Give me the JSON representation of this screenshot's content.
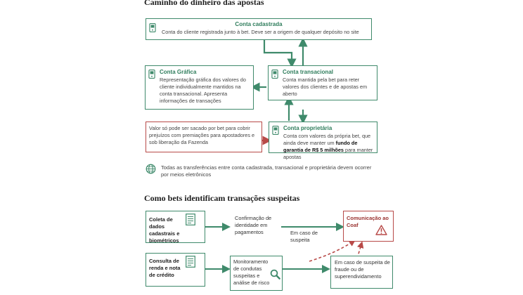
{
  "section1": {
    "title": "Caminho do dinheiro das apostas",
    "conta_cadastrada": {
      "title": "Conta cadastrada",
      "body": "Conta do cliente registrada junto à bet. Deve ser a origem de qualquer depósito no site"
    },
    "conta_grafica": {
      "title": "Conta Gráfica",
      "body": "Representação gráfica dos valores do cliente individualmente mantidos na conta transacional. Apresenta informações de transações"
    },
    "conta_transacional": {
      "title": "Conta transacional",
      "body": "Conta mantida pela bet para reter valores dos clientes e de apostas em aberto"
    },
    "nota_saque": {
      "body": "Valor só pode ser sacado por bet para cobrir prejuízos com premiações para apostadores e sob liberação da Fazenda"
    },
    "conta_proprietaria": {
      "title": "Conta proprietária",
      "body_pre": "Conta com valores da própria bet, que ainda deve manter um ",
      "body_bold": "fundo de garantia de R$ 5 milhões",
      "body_post": " para manter apostas"
    },
    "footnote": "Todas as transferências entre conta cadastrada, transacional e proprietária devem ocorrer por meios eletrônicos"
  },
  "section2": {
    "title": "Como bets identificam transações suspeitas",
    "coleta": "Coleta de dados cadastrais e biométricos",
    "confirmacao": "Confirmação de identidade em pagamentos",
    "em_caso_suspeita": "Em caso de suspeita",
    "comunicacao": "Comunicação ao Coaf",
    "consulta": "Consulta de renda e nota de crédito",
    "monitoramento": "Monitoramento de condutas suspeitas e análise de risco",
    "em_caso_fraude": "Em caso de suspeita de fraude ou de superendividamento"
  },
  "colors": {
    "green": "#3f8a6b",
    "red": "#b84a48"
  }
}
